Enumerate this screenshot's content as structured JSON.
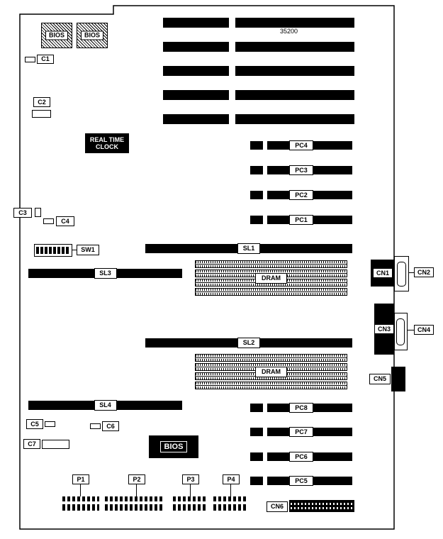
{
  "colors": {
    "ink": "#000000",
    "paper": "#ffffff"
  },
  "board": {
    "part_number": "35200"
  },
  "chips": {
    "bios1": "BIOS",
    "bios2": "BIOS",
    "bios3": "BIOS",
    "rtc_line1": "REAL TIME",
    "rtc_line2": "CLOCK"
  },
  "capacitors": [
    "C1",
    "C2",
    "C3",
    "C4",
    "C5",
    "C6",
    "C7"
  ],
  "switch": {
    "label": "SW1"
  },
  "slots": {
    "sl": [
      "SL1",
      "SL2",
      "SL3",
      "SL4"
    ],
    "pc_top": [
      "PC4",
      "PC3",
      "PC2",
      "PC1"
    ],
    "pc_bottom": [
      "PC8",
      "PC7",
      "PC6",
      "PC5"
    ]
  },
  "memory": {
    "bank1_label": "DRAM",
    "bank2_label": "DRAM"
  },
  "connectors": {
    "cn": [
      "CN1",
      "CN2",
      "CN3",
      "CN4",
      "CN5",
      "CN6"
    ],
    "p": [
      "P1",
      "P2",
      "P3",
      "P4"
    ]
  }
}
